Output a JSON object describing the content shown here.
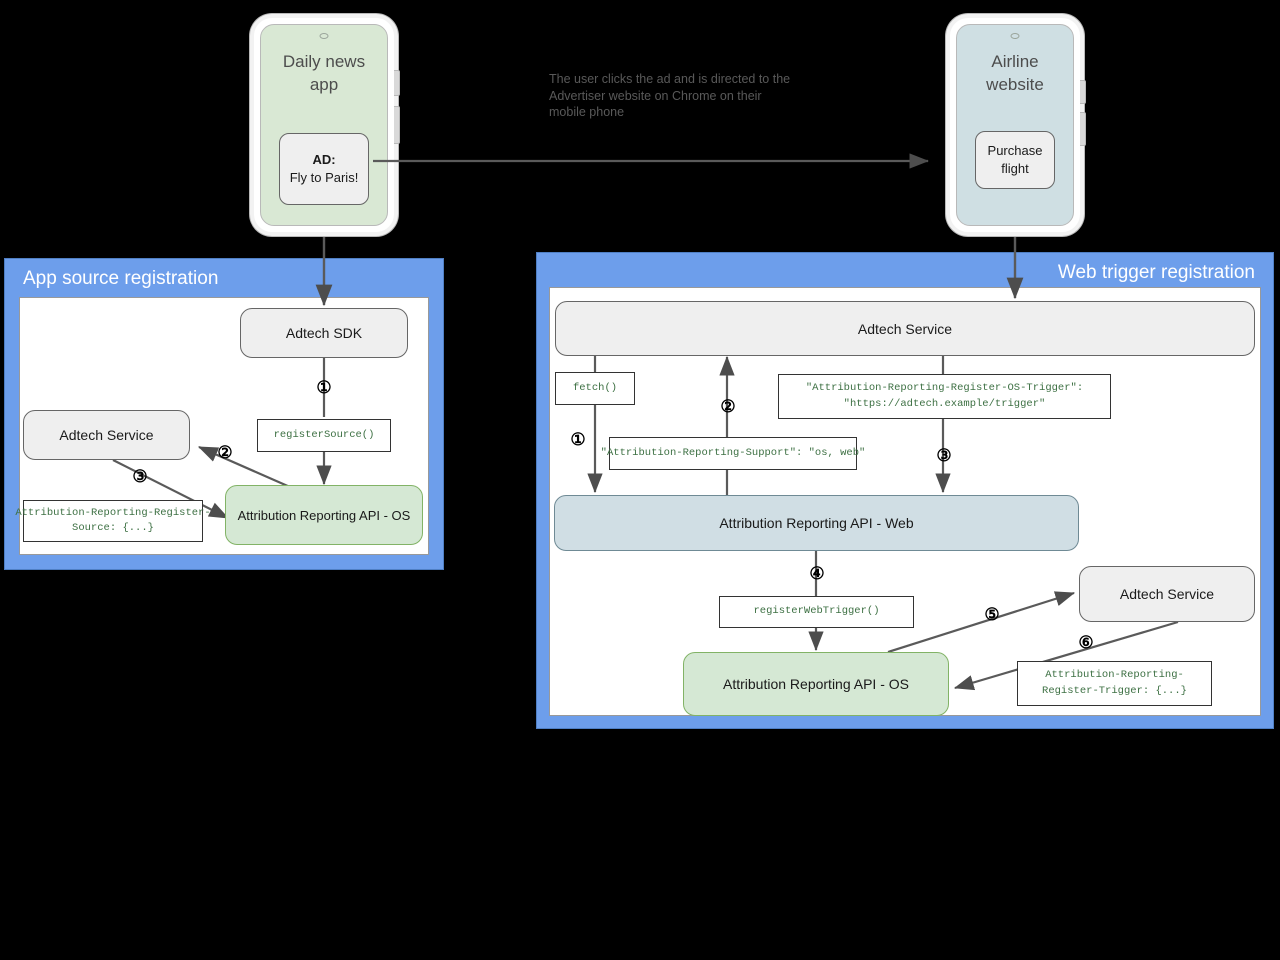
{
  "diagram": {
    "background_color": "#000000",
    "panel_color": "#6d9eeb",
    "green_color": "#d5e8d4",
    "blue_color": "#d0dee4",
    "gray_color": "#efefef",
    "code_text_color": "#3d7043"
  },
  "phones": {
    "left": {
      "title": "Daily news\napp",
      "card_label": "AD:",
      "card_text": "Fly to Paris!"
    },
    "right": {
      "title": "Airline\nwebsite",
      "card_text": "Purchase\nflight"
    }
  },
  "annotation": {
    "text": "The user clicks the ad and is directed to the Advertiser website on Chrome on their mobile phone"
  },
  "left_panel": {
    "title": "App source registration",
    "nodes": {
      "adtech_sdk": "Adtech SDK",
      "adtech_service": "Adtech Service",
      "register_source": "registerSource()",
      "attribution_api_os": "Attribution Reporting API - OS",
      "register_source_header": "Attribution-Reporting-Register-\nSource: {...}"
    },
    "steps": [
      "①",
      "②",
      "③"
    ]
  },
  "right_panel": {
    "title": "Web trigger registration",
    "nodes": {
      "adtech_service_top": "Adtech Service",
      "fetch": "fetch()",
      "support_header": "\"Attribution-Reporting-Support\": \"os, web\"",
      "os_trigger_header": "\"Attribution-Reporting-Register-OS-Trigger\":\n\"https://adtech.example/trigger\"",
      "attribution_api_web": "Attribution Reporting API - Web",
      "register_web_trigger": "registerWebTrigger()",
      "attribution_api_os": "Attribution Reporting API - OS",
      "adtech_service_bottom": "Adtech Service",
      "register_trigger_header": "Attribution-Reporting-\nRegister-Trigger: {...}"
    },
    "steps": [
      "①",
      "②",
      "③",
      "④",
      "⑤",
      "⑥"
    ]
  }
}
